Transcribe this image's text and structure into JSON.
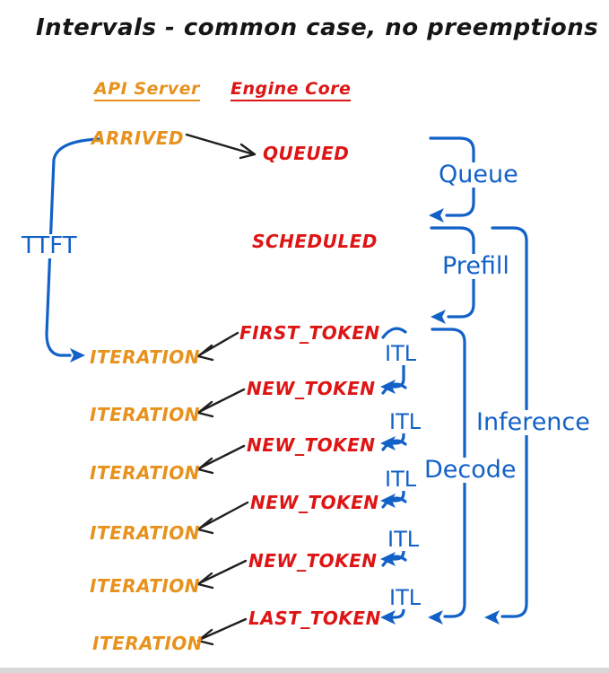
{
  "title": "Intervals - common case, no preemptions",
  "columns": {
    "api_server": "API Server",
    "engine_core": "Engine Core"
  },
  "events": {
    "arrived": "ARRIVED",
    "queued": "QUEUED",
    "scheduled": "SCHEDULED",
    "iteration": "ITERATION",
    "tokens": [
      "FIRST_TOKEN",
      "NEW_TOKEN",
      "NEW_TOKEN",
      "NEW_TOKEN",
      "NEW_TOKEN",
      "LAST_TOKEN"
    ]
  },
  "intervals": {
    "ttft": "TTFT",
    "queue": "Queue",
    "prefill": "Prefill",
    "decode": "Decode",
    "inference": "Inference",
    "itl": "ITL"
  },
  "colors": {
    "api_orange": "#E8921E",
    "engine_red": "#DD1515",
    "interval_blue": "#1261C7",
    "arrow_ink": "#1F1F1F"
  }
}
